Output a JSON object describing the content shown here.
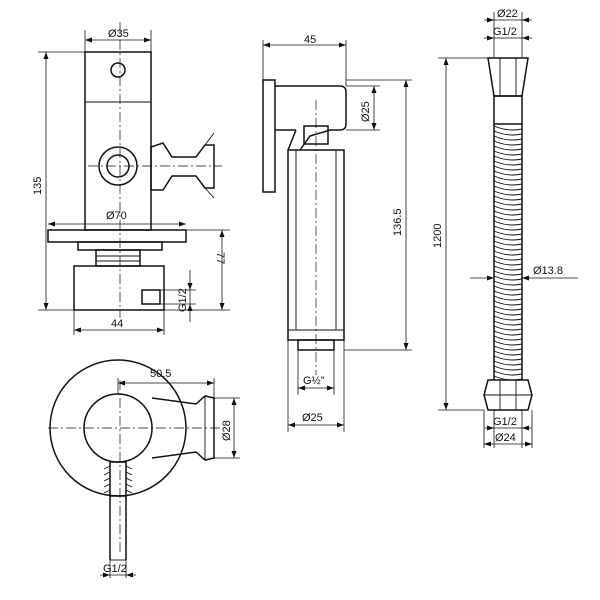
{
  "drawing": {
    "mixer_side": {
      "body_diameter": "Ø35",
      "height": "135",
      "plate_diameter": "Ø70",
      "depth": "77",
      "thread": "G1/2",
      "width": "44"
    },
    "mixer_top": {
      "offset": "50.5",
      "holder_diameter": "Ø28",
      "thread": "G1/2"
    },
    "handshower": {
      "width": "45",
      "head_diameter": "Ø25",
      "length": "136.5",
      "thread": "G½\"",
      "base_diameter": "Ø25"
    },
    "hose": {
      "top_diameter": "Ø22",
      "top_thread": "G1/2",
      "length": "1200",
      "hose_diameter": "Ø13.8",
      "bottom_thread": "G1/2",
      "bottom_diameter": "Ø24"
    }
  }
}
